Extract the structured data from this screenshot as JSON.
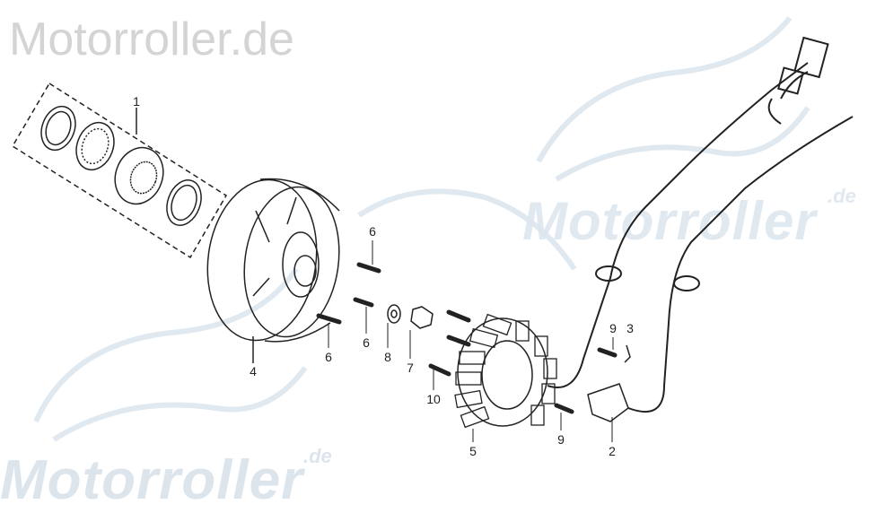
{
  "watermarks": {
    "top": "Motorroller.de",
    "right": "Motorroller",
    "right_suffix": ".de",
    "bottom": "Motorroller",
    "bottom_suffix": ".de"
  },
  "callouts": [
    {
      "part": "1"
    },
    {
      "part": "6"
    },
    {
      "part": "6"
    },
    {
      "part": "6"
    },
    {
      "part": "8"
    },
    {
      "part": "7"
    },
    {
      "part": "4"
    },
    {
      "part": "10"
    },
    {
      "part": "5"
    },
    {
      "part": "9"
    },
    {
      "part": "3"
    },
    {
      "part": "9"
    },
    {
      "part": "2"
    }
  ]
}
